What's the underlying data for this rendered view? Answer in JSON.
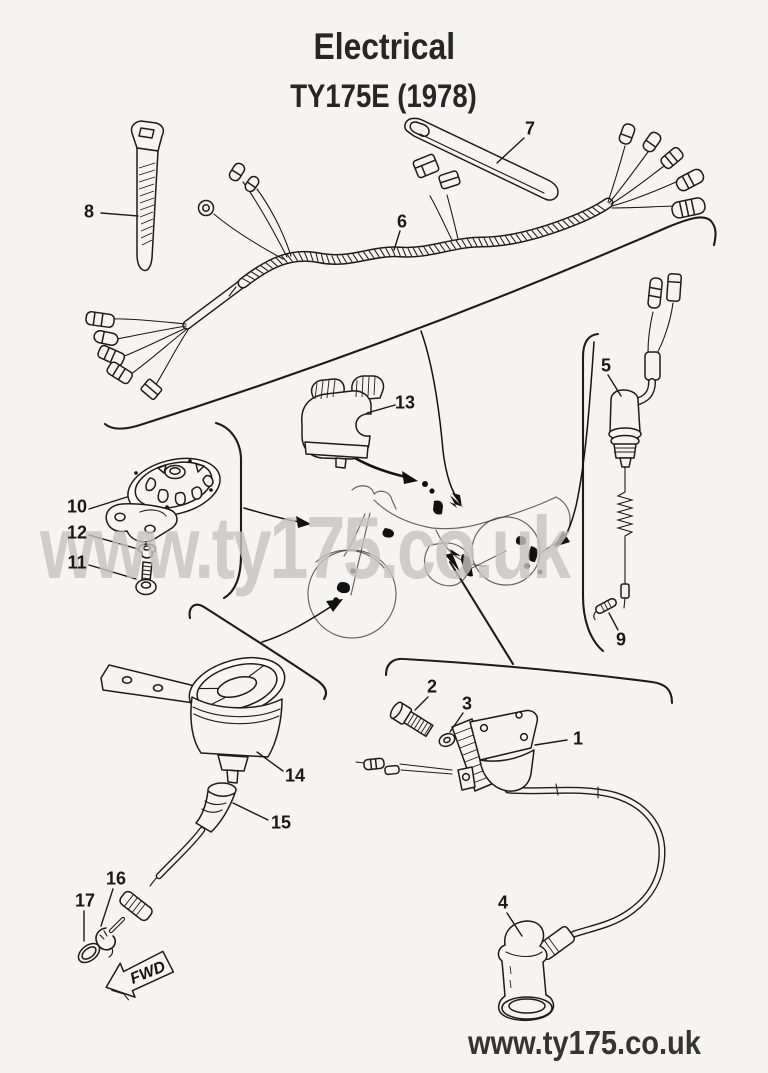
{
  "page": {
    "title": "Electrical",
    "subtitle": "TY175E (1978)",
    "watermark_text": "www.ty175.co.uk",
    "footer_url": "www.ty175.co.uk",
    "paper_color": "#f6f4f1",
    "ink_color": "#1c1c1c",
    "watermark_color": "#c6c4c1",
    "footer_color": "#343434"
  },
  "diagram": {
    "kind": "exploded-parts-diagram",
    "fwd_label": "FWD",
    "part_labels": [
      "1",
      "2",
      "3",
      "4",
      "5",
      "6",
      "7",
      "8",
      "9",
      "10",
      "11",
      "12",
      "13",
      "14",
      "15",
      "16",
      "17"
    ]
  }
}
